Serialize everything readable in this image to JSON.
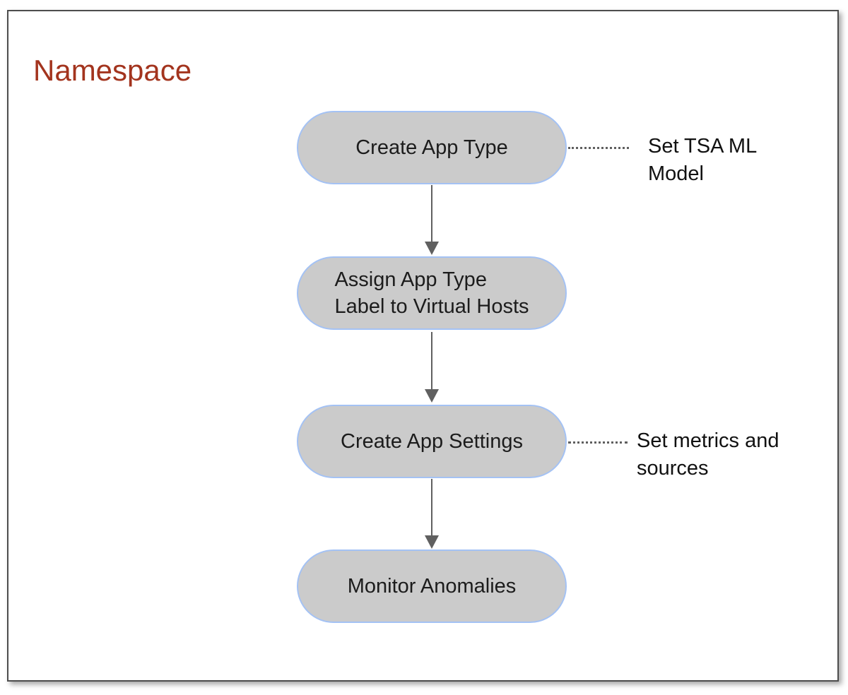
{
  "page": {
    "title": "Namespace"
  },
  "flow": {
    "nodes": [
      {
        "id": "create-app-type",
        "label": "Create App Type",
        "annotation": "Set TSA ML\nModel"
      },
      {
        "id": "assign-app-type",
        "label": "Assign App Type\nLabel to Virtual Hosts"
      },
      {
        "id": "create-app-settings",
        "label": "Create App Settings",
        "annotation": "Set metrics and\nsources"
      },
      {
        "id": "monitor-anomalies",
        "label": "Monitor Anomalies"
      }
    ]
  },
  "colors": {
    "title_text": "#a3341e",
    "node_fill": "#cbcbcb",
    "node_border": "#a4c2f4",
    "node_text": "#1c1c1c",
    "connector": "#606060",
    "frame_border": "#4d4d4d",
    "background": "#ffffff"
  }
}
